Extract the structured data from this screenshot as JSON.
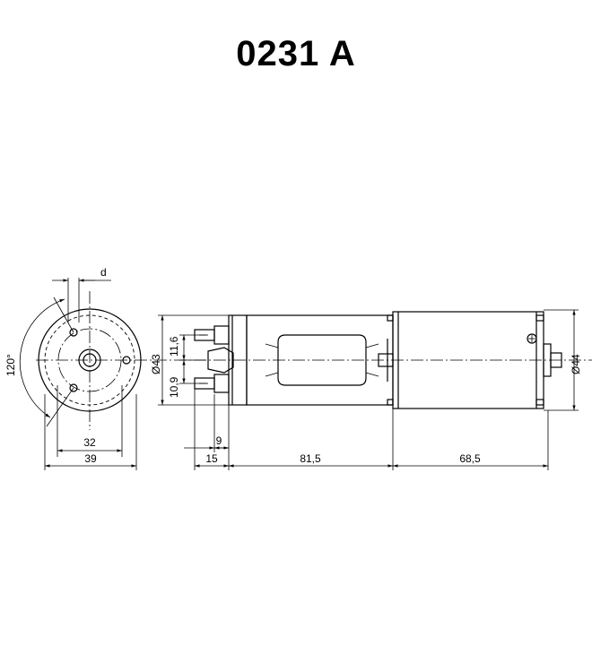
{
  "title": "0231 A",
  "dimensions": {
    "d": "d",
    "angle": "120°",
    "bolt_circle": "32",
    "flange_width": "39",
    "terminal_pitch_top": "11,6",
    "terminal_pitch_bottom": "10,9",
    "diameter_body": "Ø43",
    "diameter_end": "Ø44",
    "terminal_offset": "9",
    "terminal_length": "15",
    "motor_length": "81,5",
    "gearbox_length": "68,5"
  }
}
